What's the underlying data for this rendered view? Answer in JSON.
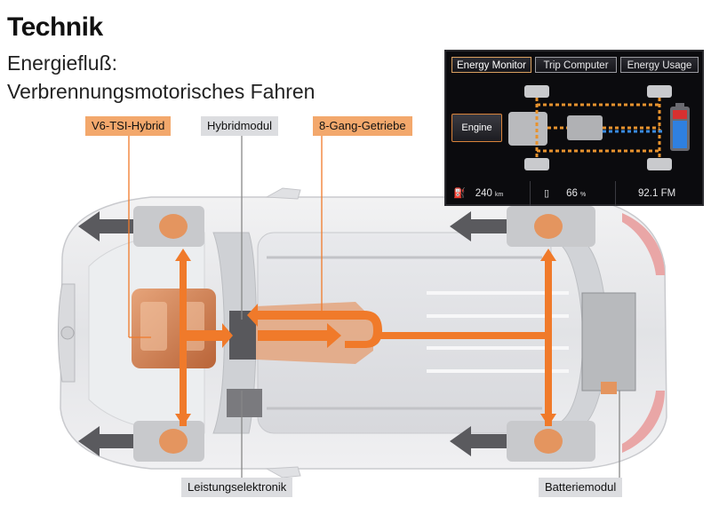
{
  "header": {
    "title": "Technik",
    "subtitle_line1": "Energiefluß:",
    "subtitle_line2": "Verbrennungsmotorisches Fahren"
  },
  "labels": {
    "v6_tsi_hybrid": "V6-TSI-Hybrid",
    "hybridmodul": "Hybridmodul",
    "getriebe": "8-Gang-Getriebe",
    "leistungselektronik": "Leistungselektronik",
    "batteriemodul": "Batteriemodul"
  },
  "display": {
    "tabs": [
      "Energy Monitor",
      "Trip Computer",
      "Energy Usage"
    ],
    "engine_button": "Engine",
    "range_value": "240",
    "range_unit": "km",
    "battery_value": "66",
    "battery_unit": "%",
    "radio": "92.1  FM"
  },
  "colors": {
    "label_orange": "#f3a86c",
    "label_grey": "#dcdde0",
    "flow_orange": "#f07a2a",
    "wheel_grey": "#c8c9cc",
    "dark_arrow": "#5a5a5e"
  },
  "icons": {
    "range": "fuel-pump-icon",
    "battery": "battery-icon"
  }
}
